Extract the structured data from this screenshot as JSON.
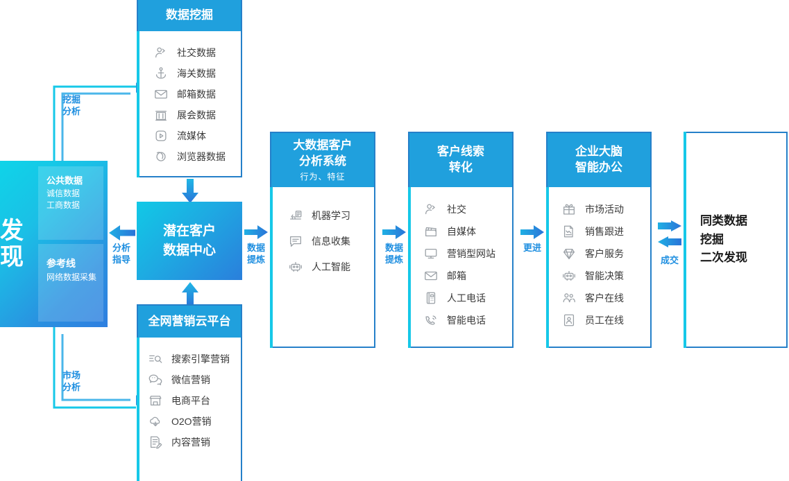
{
  "discover": {
    "word": "发现",
    "cards": [
      {
        "title": "公共数据",
        "lines": [
          "诚信数据",
          "工商数据"
        ]
      },
      {
        "title": "参考线",
        "lines": [
          "网络数据采集"
        ]
      }
    ]
  },
  "cards": {
    "data_mining": {
      "title": "数据挖掘",
      "items": [
        {
          "icon": "social-user-icon",
          "label": "社交数据"
        },
        {
          "icon": "anchor-icon",
          "label": "海关数据"
        },
        {
          "icon": "envelope-icon",
          "label": "邮箱数据"
        },
        {
          "icon": "exhibition-booth-icon",
          "label": "展会数据"
        },
        {
          "icon": "media-play-icon",
          "label": "流媒体"
        },
        {
          "icon": "browser-orbit-icon",
          "label": "浏览器数据"
        }
      ]
    },
    "marketing_cloud": {
      "title": "全网营销云平台",
      "items": [
        {
          "icon": "search-list-icon",
          "label": "搜索引擎营销"
        },
        {
          "icon": "wechat-icon",
          "label": "微信营销"
        },
        {
          "icon": "storefront-icon",
          "label": "电商平台"
        },
        {
          "icon": "cloud-o2o-icon",
          "label": "O2O营销"
        },
        {
          "icon": "document-pen-icon",
          "label": "内容营销"
        }
      ]
    },
    "bigdata_analysis": {
      "title": "大数据客户\n分析系统",
      "title_line1": "大数据客户",
      "title_line2": "分析系统",
      "subtitle": "行为、特征",
      "items": [
        {
          "icon": "machine-learning-icon",
          "label": "机器学习"
        },
        {
          "icon": "info-collect-icon",
          "label": "信息收集"
        },
        {
          "icon": "robot-ai-icon",
          "label": "人工智能"
        }
      ]
    },
    "lead_conversion": {
      "title_line1": "客户线索",
      "title_line2": "转化",
      "items": [
        {
          "icon": "social-user-icon",
          "label": "社交"
        },
        {
          "icon": "clapperboard-icon",
          "label": "自媒体"
        },
        {
          "icon": "monitor-icon",
          "label": "营销型网站"
        },
        {
          "icon": "envelope-icon",
          "label": "邮箱"
        },
        {
          "icon": "desk-phone-icon",
          "label": "人工电话"
        },
        {
          "icon": "smart-call-icon",
          "label": "智能电话"
        }
      ]
    },
    "enterprise_brain": {
      "title_line1": "企业大脑",
      "title_line2": "智能办公",
      "items": [
        {
          "icon": "gift-icon",
          "label": "市场活动"
        },
        {
          "icon": "sales-report-icon",
          "label": "销售跟进"
        },
        {
          "icon": "diamond-icon",
          "label": "客户服务"
        },
        {
          "icon": "robot-ai-icon",
          "label": "智能决策"
        },
        {
          "icon": "customers-online-icon",
          "label": "客户在线"
        },
        {
          "icon": "employee-badge-icon",
          "label": "员工在线"
        }
      ]
    },
    "secondary_discovery": {
      "lines": [
        "同类数据",
        "挖掘",
        "二次发现"
      ]
    }
  },
  "hub": {
    "line1": "潜在客户",
    "line2": "数据中心"
  },
  "connectors": {
    "hub_to_analysis": {
      "label_line1": "数据",
      "label_line2": "提炼",
      "direction": "right"
    },
    "analysis_to_leads": {
      "label_line1": "数据",
      "label_line2": "提炼",
      "direction": "right"
    },
    "leads_to_brain": {
      "label": "更进",
      "direction": "right"
    },
    "brain_to_secondary": {
      "label": "成交",
      "direction": "both"
    },
    "feedback_to_hub": {
      "label_line1": "分析",
      "label_line2": "指导",
      "direction": "left"
    },
    "loop_top": {
      "label_line1": "挖掘",
      "label_line2": "分析"
    },
    "loop_bottom": {
      "label_line1": "市场",
      "label_line2": "分析"
    }
  },
  "colors": {
    "header_blue": "#20a0dd",
    "border_blue": "#2580c9",
    "accent_cyan": "#16c8e8",
    "label_blue": "#1f8fe0",
    "icon_gray": "#9aa0a6"
  }
}
